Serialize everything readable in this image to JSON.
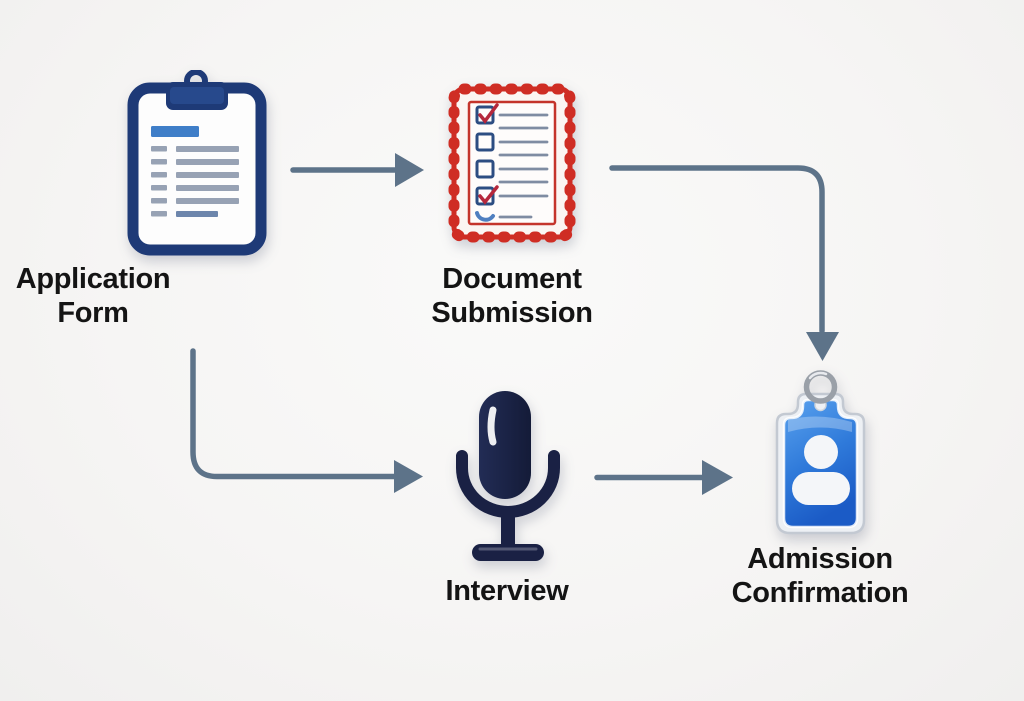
{
  "flow": {
    "nodes": [
      {
        "id": "application-form",
        "label": "Application Form",
        "icon": "clipboard-icon"
      },
      {
        "id": "document-submission",
        "label": "Document Submission",
        "icon": "stamp-checklist-icon"
      },
      {
        "id": "interview",
        "label": "Interview",
        "icon": "microphone-icon"
      },
      {
        "id": "admission-confirmation",
        "label": "Admission Confirmation",
        "icon": "id-badge-icon"
      }
    ],
    "edges": [
      {
        "from": "application-form",
        "to": "document-submission",
        "shape": "straight-right"
      },
      {
        "from": "document-submission",
        "to": "admission-confirmation",
        "shape": "right-then-down"
      },
      {
        "from": "application-form",
        "to": "interview",
        "shape": "down-then-right"
      },
      {
        "from": "interview",
        "to": "admission-confirmation",
        "shape": "straight-right"
      }
    ],
    "colors": {
      "background": "#f6f5f4",
      "arrow": "#5d7389",
      "label_text": "#141414",
      "clipboard_navy": "#1e3a77",
      "clipboard_header_blue": "#3f7ec8",
      "clipboard_line_gray": "#97a2b4",
      "stamp_red": "#cf2d24",
      "checkbox_navy": "#2c4d82",
      "checkmark_red": "#b5283c",
      "tick_blue": "#4f7fc0",
      "microphone_navy": "#1a2144",
      "badge_blue_top": "#5aa2ee",
      "badge_blue_bottom": "#1b5bc6",
      "badge_glass": "#edf0f4",
      "ring_silver": "#a7acb4"
    }
  }
}
